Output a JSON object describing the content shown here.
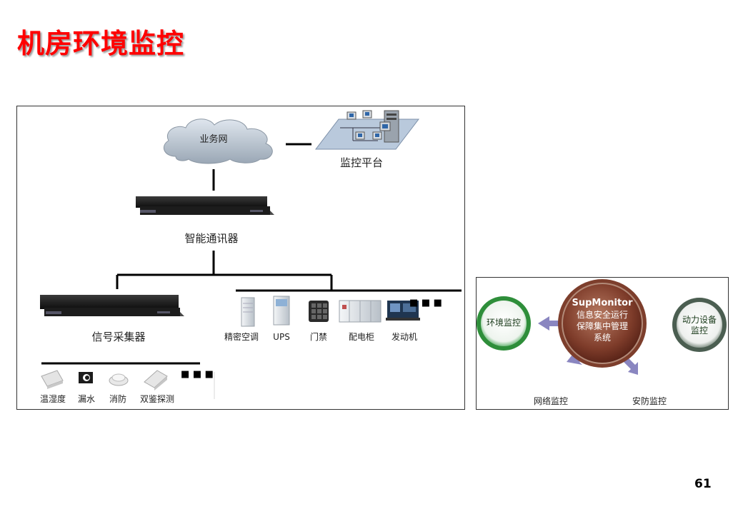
{
  "slide": {
    "title": "机房环境监控",
    "page_number": "61"
  },
  "network_diagram": {
    "cloud_label": "业务网",
    "platform_label": "监控平台",
    "communicator_label": "智能通讯器",
    "collector_label": "信号采集器",
    "power_devices": [
      {
        "label": "精密空调"
      },
      {
        "label": "UPS"
      },
      {
        "label": "门禁"
      },
      {
        "label": "配电柜"
      },
      {
        "label": "发动机"
      }
    ],
    "sensors": [
      {
        "label": "温湿度"
      },
      {
        "label": "漏水"
      },
      {
        "label": "消防"
      },
      {
        "label": "双鉴探测"
      }
    ],
    "more_mark": "■ ■ ■"
  },
  "supmonitor": {
    "hub_brand": "SupMonitor",
    "hub_line1": "信息安全运行",
    "hub_line2": "保障集中管理",
    "hub_line3": "系统",
    "left_node": "环境监控",
    "right_node_line1": "动力设备",
    "right_node_line2": "监控",
    "bottom_left": "网络监控",
    "bottom_right": "安防监控"
  }
}
